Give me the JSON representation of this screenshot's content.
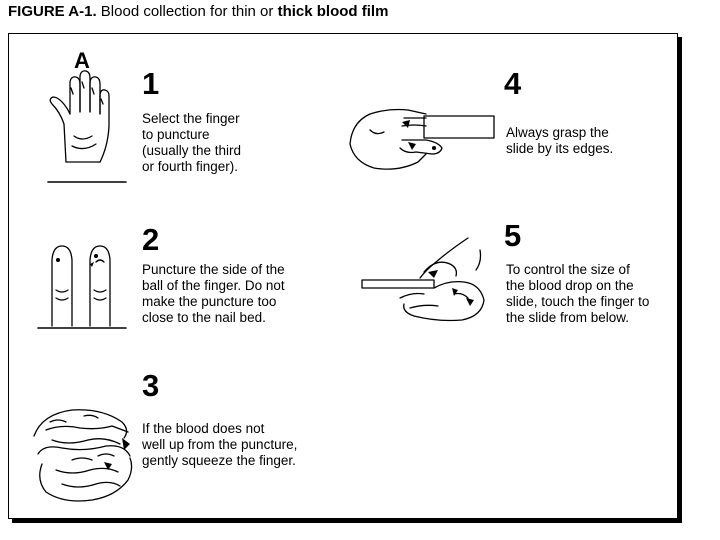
{
  "title": {
    "figure_label": "FIGURE A-1.",
    "text_normal": "Blood collection for thin or",
    "text_bold": "thick blood film"
  },
  "steps": [
    {
      "number": "1",
      "text": "Select the finger\nto puncture\n(usually the third\nor fourth finger).",
      "icon": "hand-icon",
      "marker": "A"
    },
    {
      "number": "2",
      "text": "Puncture the side of the\nball of the finger. Do not\nmake the puncture too\nclose to the nail bed.",
      "icon": "fingers-icon"
    },
    {
      "number": "3",
      "text": "If the blood does not\nwell up from the puncture,\ngently squeeze the finger.",
      "icon": "squeezing-hands-icon"
    },
    {
      "number": "4",
      "text": "Always grasp the\nslide by its edges.",
      "icon": "hand-holding-slide-icon"
    },
    {
      "number": "5",
      "text": "To control the size of\nthe blood drop on the\nslide, touch the finger to\nthe slide from below.",
      "icon": "finger-touching-slide-icon"
    }
  ]
}
